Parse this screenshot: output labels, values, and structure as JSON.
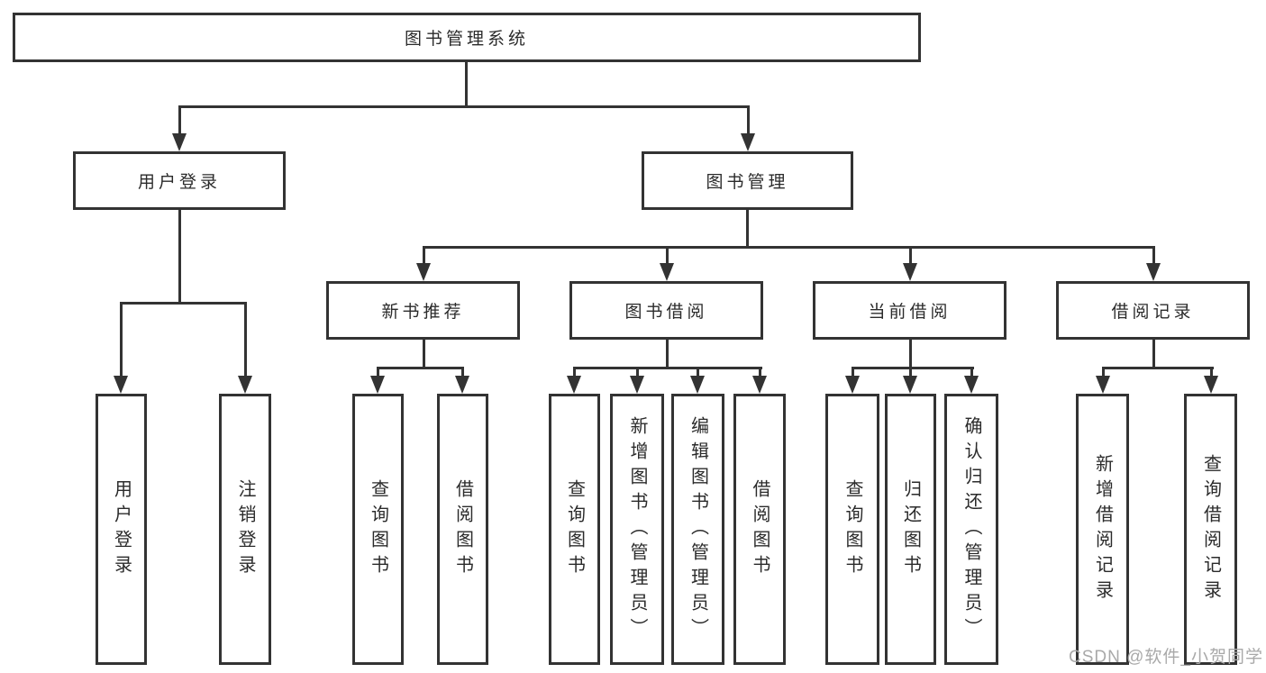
{
  "root": {
    "label": "图书管理系统"
  },
  "branches": [
    {
      "label": "用户登录",
      "children": [
        {
          "label": "用户登录"
        },
        {
          "label": "注销登录"
        }
      ]
    },
    {
      "label": "图书管理",
      "children": [
        {
          "label": "新书推荐",
          "children": [
            {
              "label": "查询图书"
            },
            {
              "label": "借阅图书"
            }
          ]
        },
        {
          "label": "图书借阅",
          "children": [
            {
              "label": "查询图书"
            },
            {
              "label": "新增图书（管理员）"
            },
            {
              "label": "编辑图书（管理员）"
            },
            {
              "label": "借阅图书"
            }
          ]
        },
        {
          "label": "当前借阅",
          "children": [
            {
              "label": "查询图书"
            },
            {
              "label": "归还图书"
            },
            {
              "label": "确认归还（管理员）"
            }
          ]
        },
        {
          "label": "借阅记录",
          "children": [
            {
              "label": "新增借阅记录"
            },
            {
              "label": "查询借阅记录"
            }
          ]
        }
      ]
    }
  ],
  "watermark": "CSDN @软件_小贺同学",
  "colors": {
    "line": "#333333",
    "text": "#2b2b2b",
    "background": "#ffffff",
    "watermark": "#a9a9a9"
  }
}
